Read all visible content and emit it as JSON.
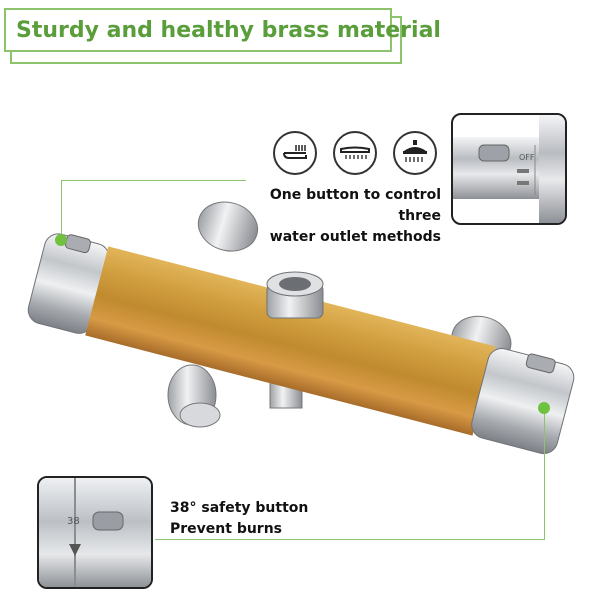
{
  "title": {
    "text": "Sturdy and healthy brass material"
  },
  "callout_top": {
    "line1": "One button to control three",
    "line2": "water outlet methods",
    "inset_label": "OFF"
  },
  "callout_bottom": {
    "line1": "38° safety button",
    "line2": "Prevent burns",
    "inset_label": "38"
  },
  "mode_icons": [
    "handheld-shower-icon",
    "slim-shower-head-icon",
    "rain-shower-head-icon"
  ],
  "colors": {
    "accent_green": "#8cc36b",
    "title_green": "#5a9d3b",
    "brass": "#c7962f",
    "chrome": "#c9ccd0"
  }
}
